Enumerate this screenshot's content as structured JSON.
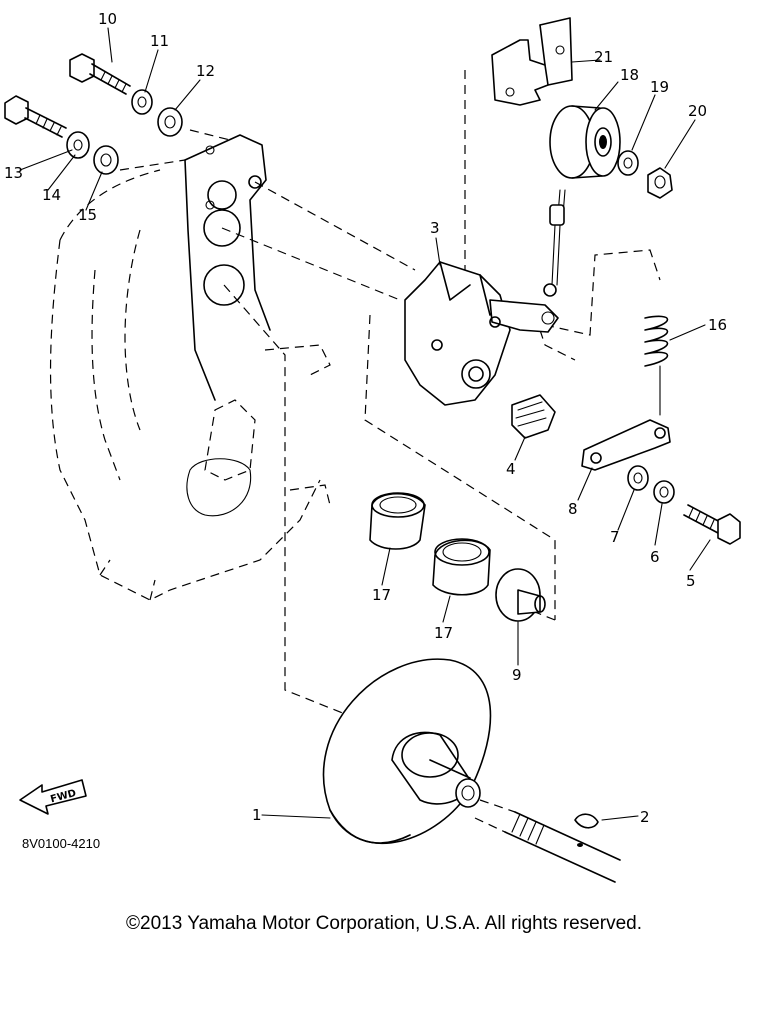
{
  "callouts": [
    "1",
    "2",
    "3",
    "4",
    "5",
    "6",
    "7",
    "8",
    "9",
    "10",
    "11",
    "12",
    "13",
    "14",
    "15",
    "16",
    "17",
    "17",
    "18",
    "19",
    "20",
    "21"
  ],
  "part_code": "8V0100-4210",
  "fwd_label": "FWD",
  "copyright": "©2013 Yamaha Motor Corporation, U.S.A. All rights reserved."
}
